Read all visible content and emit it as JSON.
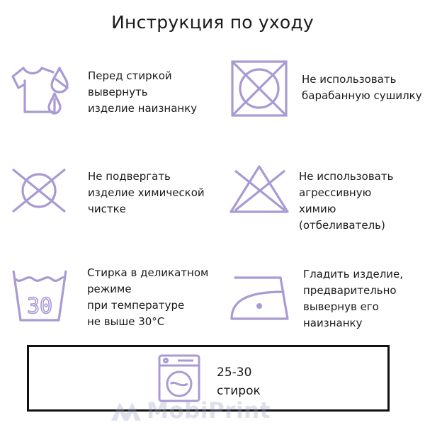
{
  "title": "Инструкция по уходу",
  "accent_color": "#a99ad4",
  "items": [
    {
      "icon": "shirt-inside-out-icon",
      "text": "Перед стиркой\nвывернуть\nизделие наизнанку"
    },
    {
      "icon": "no-tumble-dry-icon",
      "text": "Не использовать\nбарабанную сушилку"
    },
    {
      "icon": "no-dry-clean-icon",
      "text": "Не подвергать\nизделие химической\nчистке"
    },
    {
      "icon": "no-bleach-icon",
      "text": "Не использовать\nагрессивную\nхимию (отбеливатель)"
    },
    {
      "icon": "wash-30-icon",
      "wash_temp": "30",
      "text": "Стирка в деликатном\nрежиме\nпри температуре\nне выше 30°С"
    },
    {
      "icon": "iron-icon",
      "text": "Гладить изделие,\n предварительно\nвывернув его\nнаизнанку"
    }
  ],
  "wash_count": {
    "icon": "washing-machine-icon",
    "text": "25-30\nстирок"
  },
  "watermark": {
    "icon": "mobiprint-logo-icon",
    "text": "MobiPrint"
  }
}
